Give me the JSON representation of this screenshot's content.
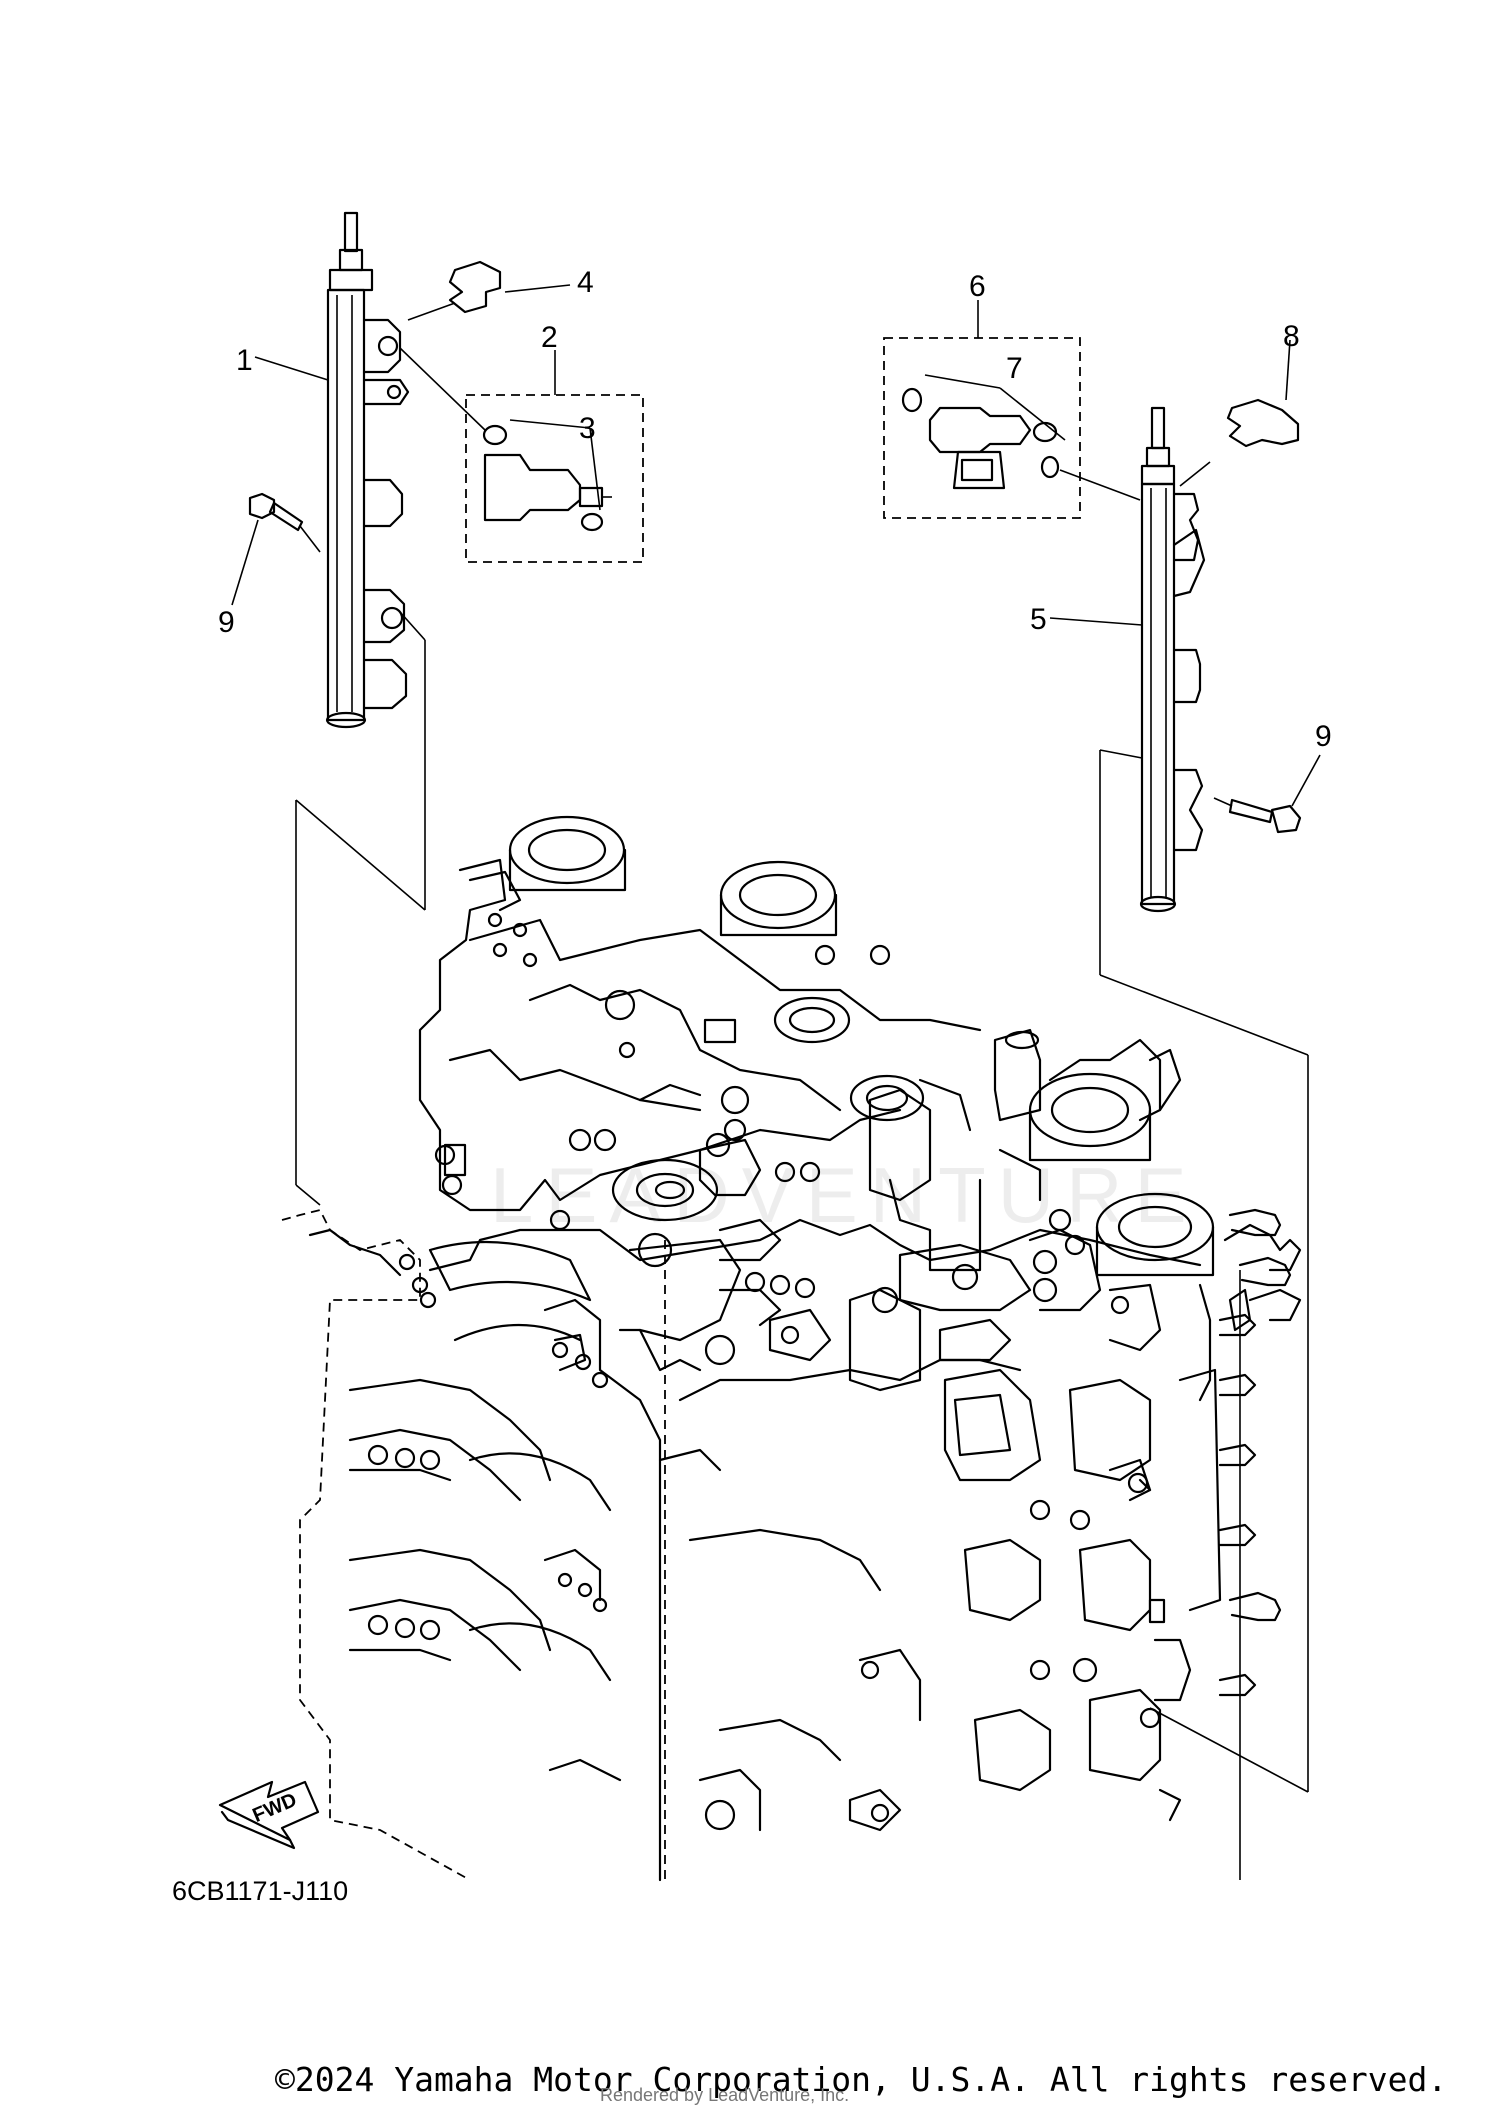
{
  "callouts": [
    {
      "id": "label-1",
      "text": "1"
    },
    {
      "id": "label-2",
      "text": "2"
    },
    {
      "id": "label-3",
      "text": "3"
    },
    {
      "id": "label-4",
      "text": "4"
    },
    {
      "id": "label-5",
      "text": "5"
    },
    {
      "id": "label-6",
      "text": "6"
    },
    {
      "id": "label-7",
      "text": "7"
    },
    {
      "id": "label-8",
      "text": "8"
    },
    {
      "id": "label-9a",
      "text": "9"
    },
    {
      "id": "label-9b",
      "text": "9"
    }
  ],
  "fwd_label": "FWD",
  "diagram_code": "6CB1171-J110",
  "copyright": "©2024 Yamaha Motor Corporation, U.S.A. All rights reserved.",
  "rendered_by": "Rendered by LeadVenture, Inc.",
  "watermark": "LEADVENTURE"
}
